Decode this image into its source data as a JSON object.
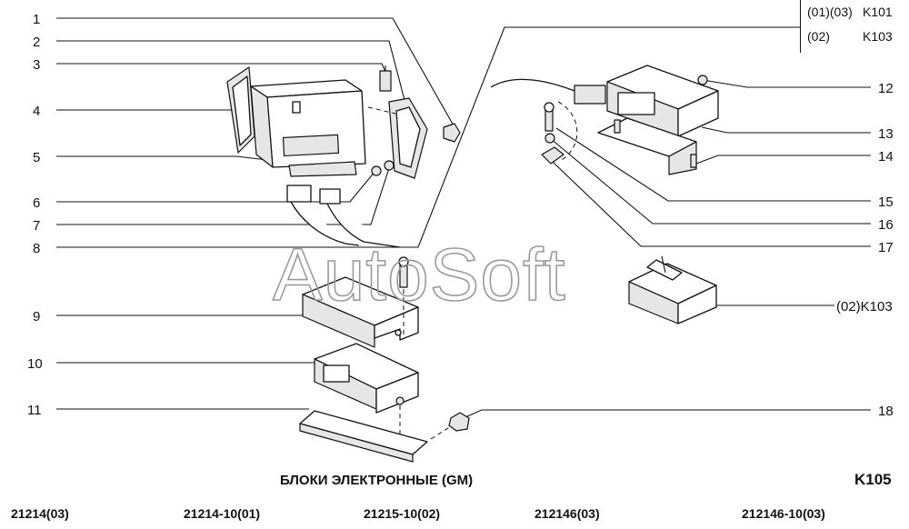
{
  "callouts_left": [
    "1",
    "2",
    "3",
    "4",
    "5",
    "6",
    "7",
    "8",
    "9",
    "10",
    "11"
  ],
  "callouts_right": [
    "12",
    "13",
    "14",
    "15",
    "16",
    "17",
    "18"
  ],
  "label_right_k103": "(02)K103",
  "variant_box": {
    "row1_variants": "(01)(03)",
    "row1_code": "K101",
    "row2_variants": "(02)",
    "row2_code": "K103"
  },
  "title": "БЛОКИ ЭЛЕКТРОННЫЕ (GM)",
  "code": "K105",
  "watermark": "AutoSoft",
  "variants": [
    "21214(03)",
    "21214-10(01)",
    "21215-10(02)",
    "212146(03)",
    "212146-10(03)"
  ]
}
